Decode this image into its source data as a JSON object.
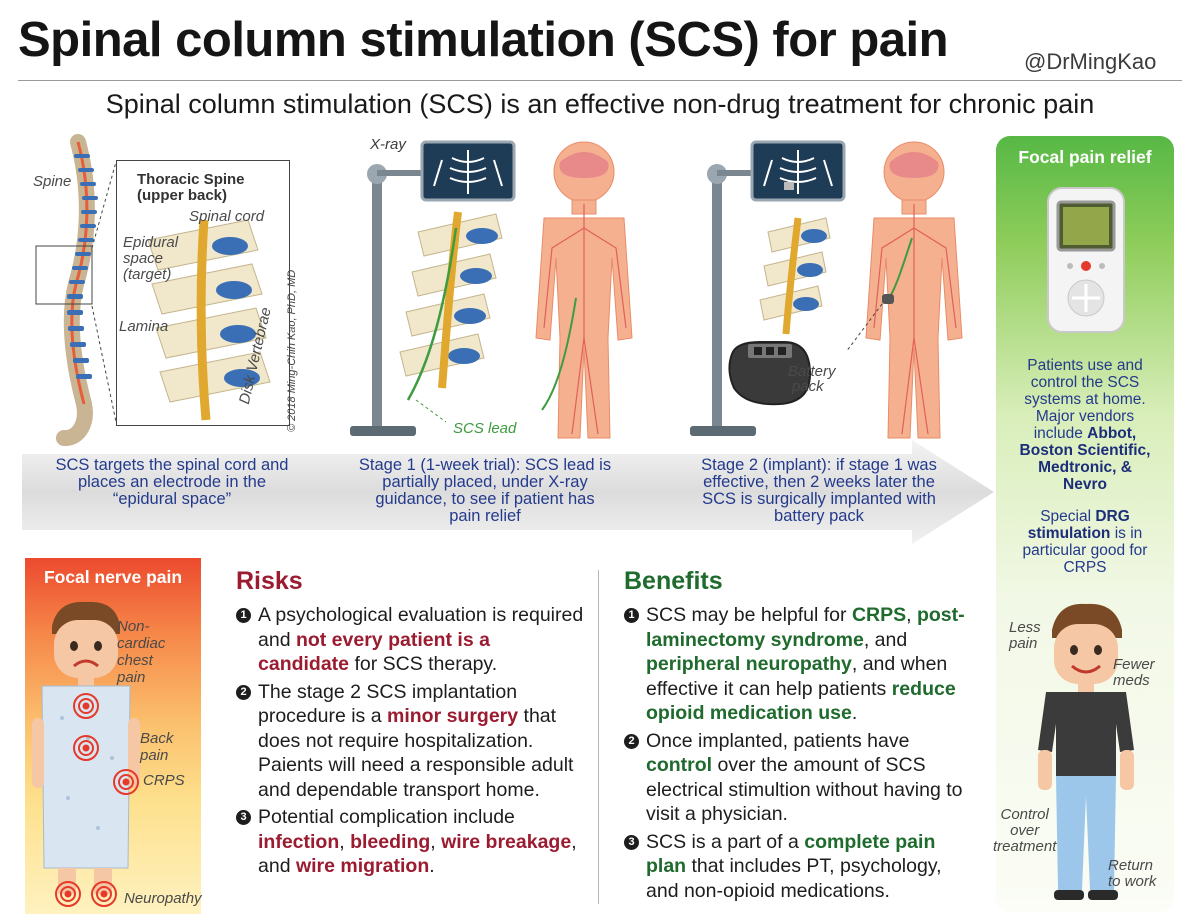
{
  "header": {
    "title": "Spinal column stimulation (SCS) for pain",
    "handle": "@DrMingKao",
    "subtitle": "Spinal column stimulation (SCS) is an effective non-drug treatment for chronic pain"
  },
  "anatomy": {
    "spine_label": "Spine",
    "inset_title_line1": "Thoracic Spine",
    "inset_title_line2": "(upper back)",
    "spinal_cord": "Spinal cord",
    "epidural_line1": "Epidural",
    "epidural_line2": "space",
    "epidural_line3": "(target)",
    "lamina": "Lamina",
    "disk": "Disk",
    "vertebrae": "Vertebrae",
    "copyright": "© 2018 Ming-Chih Kao, PhD, MD"
  },
  "stages": {
    "xray_label": "X-ray",
    "scs_lead": "SCS lead",
    "battery_line1": "Battery",
    "battery_line2": "pack",
    "caption_target_1": "SCS targets the spinal cord and",
    "caption_target_2": "places an electrode in the",
    "caption_target_3": "“epidural space”",
    "caption_stage1_1": "Stage 1 (1-week trial): SCS lead is",
    "caption_stage1_2": "partially placed, under X-ray",
    "caption_stage1_3": "guidance, to see if patient has",
    "caption_stage1_4": "pain relief",
    "caption_stage2_1": "Stage 2 (implant): if stage 1 was",
    "caption_stage2_2": "effective, then 2 weeks later the",
    "caption_stage2_3": "SCS is surgically implanted with",
    "caption_stage2_4": "battery pack"
  },
  "relief": {
    "title": "Focal pain relief",
    "p1_1": "Patients use and",
    "p1_2": "control the SCS",
    "p1_3": "systems at home.",
    "p1_4": "Major vendors",
    "p1_5": "include",
    "v1": "Abbot,",
    "v2": "Boston Scientific,",
    "v3": "Medtronic, &",
    "v4": "Nevro",
    "p2_1": "Special",
    "p2_drg": "DRG",
    "p2_stim": "stimulation",
    "p2_2": "is in",
    "p2_3": "particular good for",
    "p2_4": "CRPS",
    "less_1": "Less",
    "less_2": "pain",
    "fewer_1": "Fewer",
    "fewer_2": "meds",
    "control_1": "Control",
    "control_2": "over",
    "control_3": "treatment",
    "return_1": "Return",
    "return_2": "to work"
  },
  "nerve_pain": {
    "title": "Focal nerve pain",
    "nc_1": "Non-",
    "nc_2": "cardiac",
    "nc_3": "chest",
    "nc_4": "pain",
    "back_1": "Back",
    "back_2": "pain",
    "crps": "CRPS",
    "neuropathy": "Neuropathy"
  },
  "risks": {
    "title": "Risks",
    "b1": "1",
    "b2": "2",
    "b3": "3",
    "r1_a": "A psychological evaluation is required and ",
    "r1_hl": "not every patient is a candidate",
    "r1_b": " for SCS therapy.",
    "r2_a": "The stage 2 SCS implantation procedure is a ",
    "r2_hl": "minor surgery",
    "r2_b": " that does not require hospitalization. Paients will need a responsible adult and dependable transport home.",
    "r3_a": "Potential complication include ",
    "r3_hl1": "infection",
    "r3_s1": ", ",
    "r3_hl2": "bleeding",
    "r3_s2": ", ",
    "r3_hl3": "wire breakage",
    "r3_s3": ", and ",
    "r3_hl4": "wire migration",
    "r3_end": "."
  },
  "benefits": {
    "title": "Benefits",
    "b1": "1",
    "b2": "2",
    "b3": "3",
    "e1_a": "SCS may be helpful for ",
    "e1_hl1": "CRPS",
    "e1_s1": ", ",
    "e1_hl2": "post-laminectomy syndrome",
    "e1_s2": ", and ",
    "e1_hl3": "peripheral neuropathy",
    "e1_s3": ", and when effective it can help patients ",
    "e1_hl4": "reduce opioid medication use",
    "e1_end": ".",
    "e2_a": "Once implanted, patients have ",
    "e2_hl": "control",
    "e2_b": " over the amount of SCS electrical stimultion without having to visit a physician.",
    "e3_a": "SCS is a part of a ",
    "e3_hl": "complete pain plan",
    "e3_b": " that includes PT, psychology, and non-opioid medications."
  },
  "colors": {
    "risk_red": "#9b1b30",
    "benefit_green": "#1f6a2d",
    "caption_blue": "#243a8c",
    "relief_green": "#57b845",
    "nerve_red": "#ec4a2e"
  }
}
